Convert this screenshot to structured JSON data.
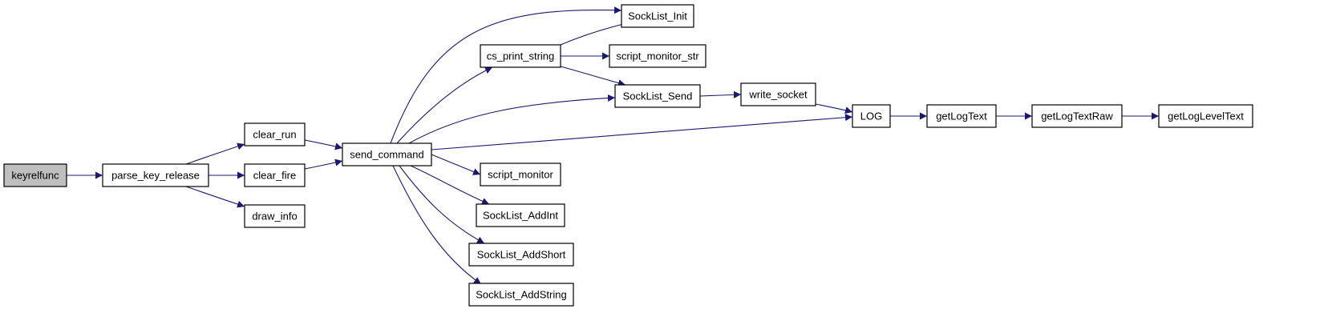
{
  "graph": {
    "colors": {
      "edge": "#191970",
      "node_fill": "#ffffff",
      "root_fill": "#bfbfbf",
      "border": "#000000"
    },
    "root": "keyrelfunc",
    "nodes": [
      {
        "id": "keyrelfunc",
        "label": "keyrelfunc"
      },
      {
        "id": "parse_key_release",
        "label": "parse_key_release"
      },
      {
        "id": "clear_run",
        "label": "clear_run"
      },
      {
        "id": "clear_fire",
        "label": "clear_fire"
      },
      {
        "id": "draw_info",
        "label": "draw_info"
      },
      {
        "id": "send_command",
        "label": "send_command"
      },
      {
        "id": "cs_print_string",
        "label": "cs_print_string"
      },
      {
        "id": "script_monitor",
        "label": "script_monitor"
      },
      {
        "id": "SockList_AddInt",
        "label": "SockList_AddInt"
      },
      {
        "id": "SockList_AddShort",
        "label": "SockList_AddShort"
      },
      {
        "id": "SockList_AddString",
        "label": "SockList_AddString"
      },
      {
        "id": "SockList_Init",
        "label": "SockList_Init"
      },
      {
        "id": "script_monitor_str",
        "label": "script_monitor_str"
      },
      {
        "id": "SockList_Send",
        "label": "SockList_Send"
      },
      {
        "id": "write_socket",
        "label": "write_socket"
      },
      {
        "id": "LOG",
        "label": "LOG"
      },
      {
        "id": "getLogText",
        "label": "getLogText"
      },
      {
        "id": "getLogTextRaw",
        "label": "getLogTextRaw"
      },
      {
        "id": "getLogLevelText",
        "label": "getLogLevelText"
      }
    ],
    "edges": [
      {
        "from": "keyrelfunc",
        "to": "parse_key_release"
      },
      {
        "from": "parse_key_release",
        "to": "clear_run"
      },
      {
        "from": "parse_key_release",
        "to": "clear_fire"
      },
      {
        "from": "parse_key_release",
        "to": "draw_info"
      },
      {
        "from": "clear_run",
        "to": "send_command"
      },
      {
        "from": "clear_fire",
        "to": "send_command"
      },
      {
        "from": "send_command",
        "to": "SockList_Init"
      },
      {
        "from": "send_command",
        "to": "cs_print_string"
      },
      {
        "from": "send_command",
        "to": "SockList_Send"
      },
      {
        "from": "send_command",
        "to": "LOG"
      },
      {
        "from": "send_command",
        "to": "script_monitor"
      },
      {
        "from": "send_command",
        "to": "SockList_AddInt"
      },
      {
        "from": "send_command",
        "to": "SockList_AddShort"
      },
      {
        "from": "send_command",
        "to": "SockList_AddString"
      },
      {
        "from": "cs_print_string",
        "to": "SockList_Init"
      },
      {
        "from": "cs_print_string",
        "to": "script_monitor_str"
      },
      {
        "from": "cs_print_string",
        "to": "SockList_Send"
      },
      {
        "from": "SockList_Send",
        "to": "write_socket"
      },
      {
        "from": "write_socket",
        "to": "LOG"
      },
      {
        "from": "LOG",
        "to": "getLogText"
      },
      {
        "from": "getLogText",
        "to": "getLogTextRaw"
      },
      {
        "from": "getLogTextRaw",
        "to": "getLogLevelText"
      }
    ]
  }
}
